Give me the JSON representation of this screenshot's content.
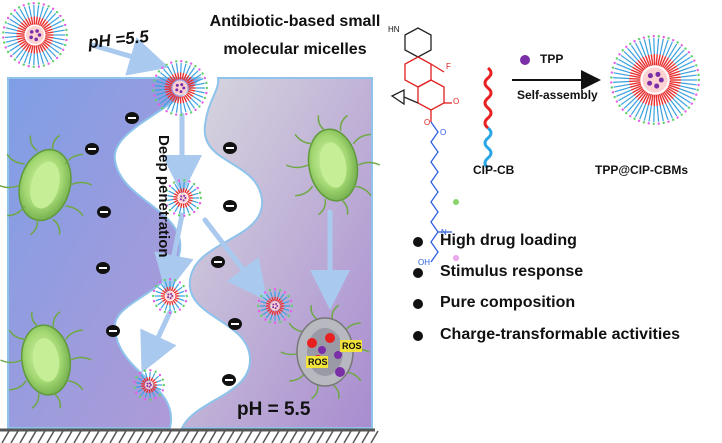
{
  "labels": {
    "title_line1": "Antibiotic-based small",
    "title_line2": "molecular micelles",
    "ph_top": "pH =5.5",
    "deep_penetration": "Deep penetration",
    "ph_bottom": "pH = 5.5",
    "ros_1": "ROS",
    "ros_2": "ROS",
    "tpp": "TPP",
    "self_assembly": "Self-assembly",
    "cip_cb": "CIP-CB",
    "tpp_cip_cbms": "TPP@CIP-CBMs",
    "chem_hn": "HN",
    "chem_f": "F",
    "chem_o1": "O",
    "chem_o2": "O",
    "chem_o3": "O",
    "chem_n": "N",
    "chem_oh": "OH"
  },
  "features": [
    "High drug loading",
    "Stimulus response",
    "Pure composition",
    "Charge-transformable activities"
  ],
  "colors": {
    "left_panel": "#8fa6e0",
    "right_panel": "#b89bd2",
    "channel": "#ffffff",
    "bacteria_body": "#a8dc78",
    "micelle_core": "#ff3b3b",
    "micelle_tail": "#3aa0e0",
    "drug_dot": "#7a2ea8",
    "arrow": "#a9c9ee"
  }
}
